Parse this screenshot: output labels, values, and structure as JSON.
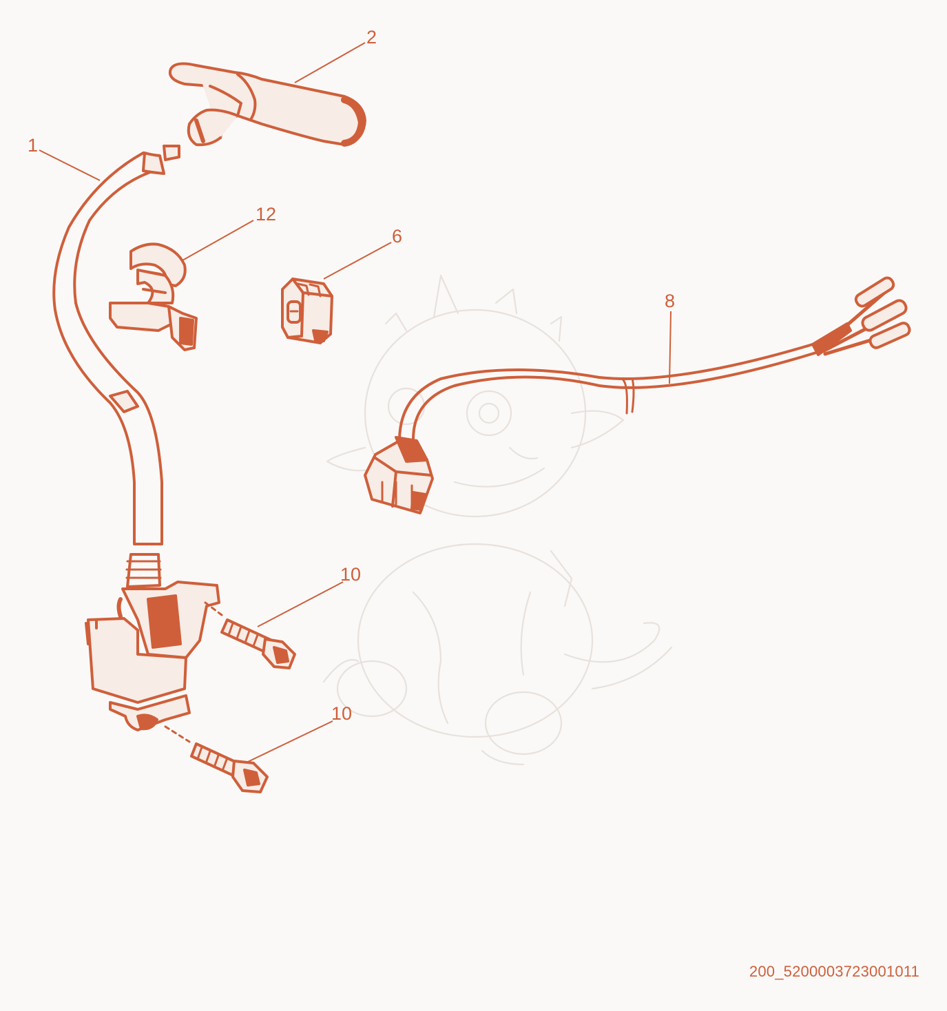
{
  "diagram": {
    "reference_code": "200_5200003723001011",
    "callouts": [
      {
        "id": "callout-1",
        "label": "1"
      },
      {
        "id": "callout-2",
        "label": "2"
      },
      {
        "id": "callout-12",
        "label": "12"
      },
      {
        "id": "callout-6",
        "label": "6"
      },
      {
        "id": "callout-8",
        "label": "8"
      },
      {
        "id": "callout-10a",
        "label": "10"
      },
      {
        "id": "callout-10b",
        "label": "10"
      }
    ]
  },
  "colors": {
    "line": "#cf5f3a",
    "fill_light": "#f7ece6",
    "fill_dark": "#cf5f3a",
    "background": "#faf9f8",
    "watermark": "#e8e1dc"
  },
  "icons": {
    "watermark": "baby-dragon-watermark-icon"
  }
}
